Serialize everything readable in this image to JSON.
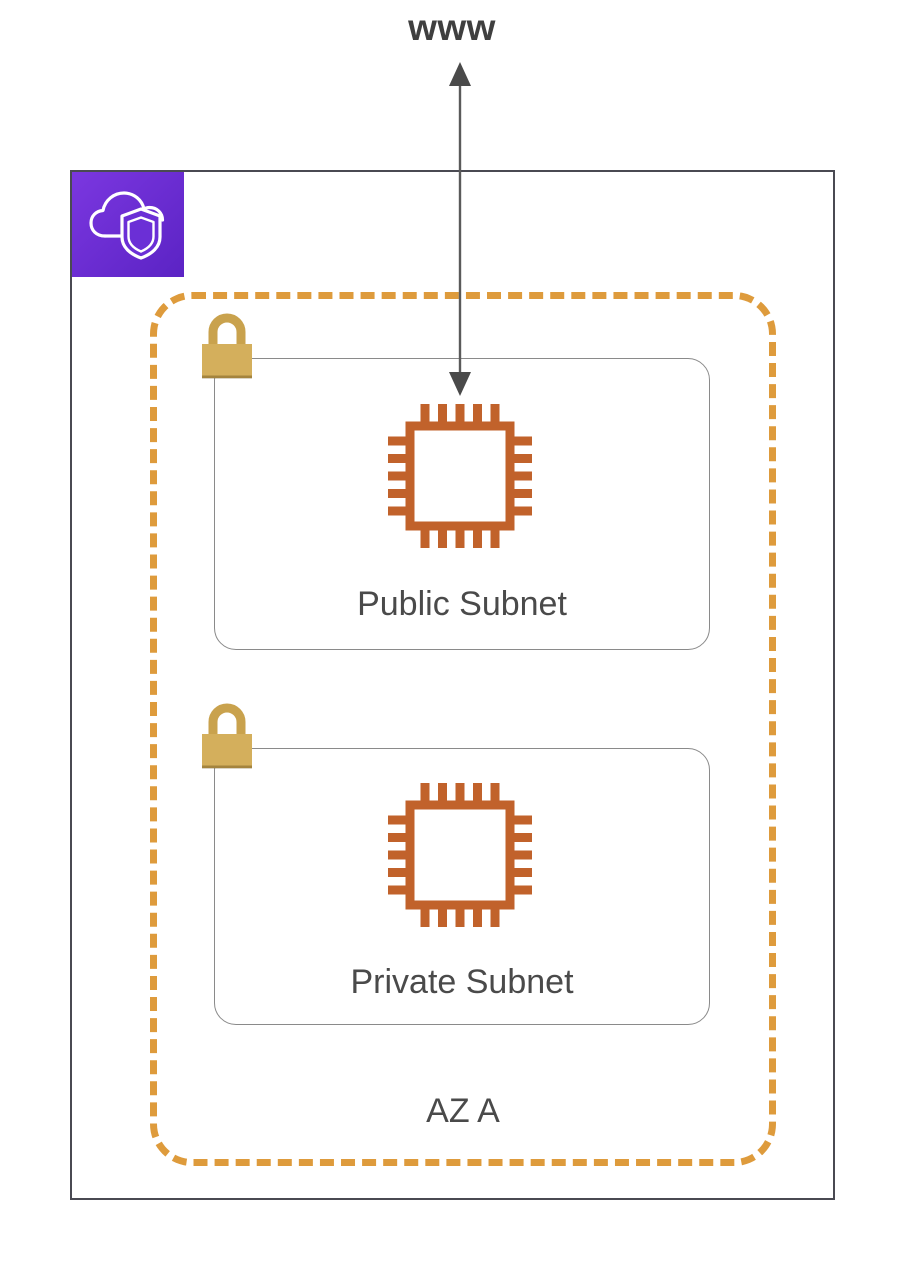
{
  "diagram": {
    "title": "AWS VPC with public and private subnets",
    "internet": {
      "label": "www",
      "icon": "internet-www-label",
      "connector_icon": "double-headed-vertical-arrow",
      "connector_direction": "bidirectional"
    },
    "vpc": {
      "icon": "aws-vpc-cloud-shield-icon",
      "icon_color": "#6B2FD6",
      "border_color": "#4a4a52"
    },
    "availability_zone": {
      "label": "AZ A",
      "border_color": "#DE9B3C",
      "border_style": "dashed"
    },
    "subnets": [
      {
        "id": "public-subnet",
        "label": "Public Subnet",
        "lock_icon": "padlock-icon",
        "lock_color": "#D4AF5C",
        "compute_icon": "cpu-chip-icon",
        "compute_color": "#C1622B",
        "internet_connected": true
      },
      {
        "id": "private-subnet",
        "label": "Private Subnet",
        "lock_icon": "padlock-icon",
        "lock_color": "#D4AF5C",
        "compute_icon": "cpu-chip-icon",
        "compute_color": "#C1622B",
        "internet_connected": false
      }
    ],
    "colors": {
      "text": "#4a4a4a",
      "www_text": "#3f3f3f",
      "vpc_border": "#4a4a52",
      "az_border": "#DE9B3C",
      "subnet_border": "#8a8a8a",
      "lock": "#D4AF5C",
      "cpu": "#C1622B",
      "arrow": "#4a4a4a",
      "vpc_icon_bg": "#6B2FD6"
    }
  }
}
